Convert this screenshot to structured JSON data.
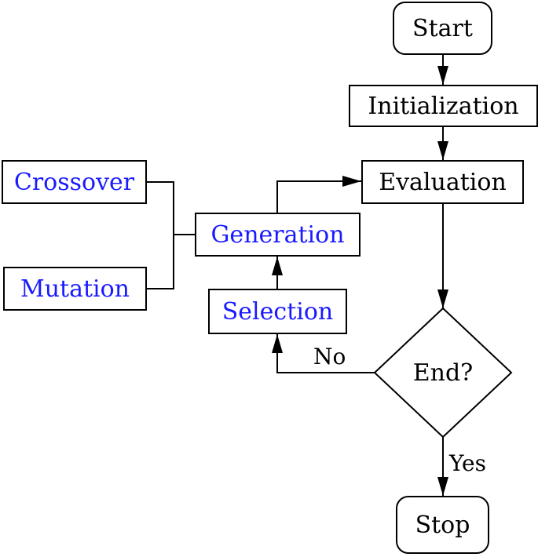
{
  "nodes": {
    "start": "Start",
    "initialization": "Initialization",
    "evaluation": "Evaluation",
    "decision": "End?",
    "stop": "Stop",
    "selection": "Selection",
    "generation": "Generation",
    "crossover": "Crossover",
    "mutation": "Mutation"
  },
  "edge_labels": {
    "no": "No",
    "yes": "Yes"
  },
  "colors": {
    "operator_text": "#1a1aff",
    "line": "#000000"
  }
}
